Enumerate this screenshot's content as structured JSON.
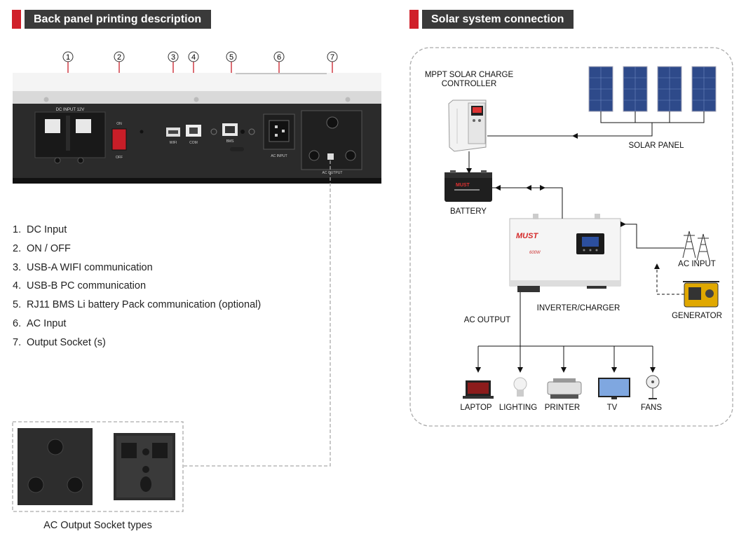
{
  "left_section": {
    "title": "Back panel printing description"
  },
  "right_section": {
    "title": "Solar system connection"
  },
  "callouts": [
    "1",
    "2",
    "3",
    "4",
    "5",
    "6",
    "7"
  ],
  "panel_labels": {
    "dc_input": "DC INPUT 12V",
    "on": "ON",
    "off": "OFF",
    "wifi": "WIFI",
    "com": "COM",
    "bms": "BMS",
    "ac_input": "AC INPUT",
    "ac_output": "AC OUTPUT"
  },
  "legend": [
    {
      "num": "1.",
      "text": "DC Input"
    },
    {
      "num": "2.",
      "text": "ON / OFF"
    },
    {
      "num": "3.",
      "text": "USB-A WIFI communication"
    },
    {
      "num": "4.",
      "text": "USB-B PC communication"
    },
    {
      "num": "5.",
      "text": "RJ11 BMS Li battery Pack communication (optional)"
    },
    {
      "num": "6.",
      "text": "AC Input"
    },
    {
      "num": "7.",
      "text": "Output Socket (s)"
    }
  ],
  "socket_caption": "AC Output Socket types",
  "diagram_labels": {
    "mppt_line1": "MPPT SOLAR CHARGE",
    "mppt_line2": "CONTROLLER",
    "solar_panel": "SOLAR PANEL",
    "battery": "BATTERY",
    "ac_input": "AC INPUT",
    "generator": "GENERATOR",
    "inverter": "INVERTER/CHARGER",
    "ac_output": "AC OUTPUT",
    "laptop": "LAPTOP",
    "lighting": "LIGHTING",
    "printer": "PRINTER",
    "tv": "TV",
    "fans": "FANS"
  },
  "brand": {
    "logo": "MUST",
    "model": "600W"
  },
  "colors": {
    "accent": "#d0202a",
    "header_bg": "#3a3a3a",
    "panel": "#2b2b2b",
    "dashed": "#aaaaaa"
  }
}
